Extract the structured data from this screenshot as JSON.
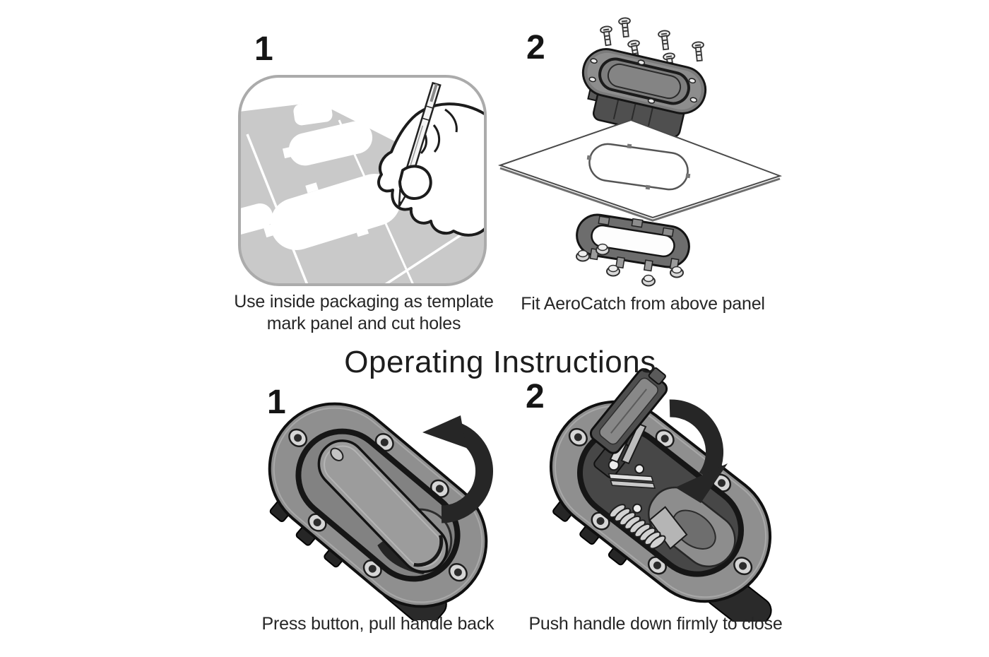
{
  "document_type": "product instruction sheet",
  "colors": {
    "background": "#ffffff",
    "ink": "#1f1f1f",
    "illustration_gray": "#8f8f8f",
    "cardboard_gray": "#c9c9c9"
  },
  "icons": {
    "insert_direction": "down-arrow-icon",
    "open_rotation": "curved-arrow-ccw-icon",
    "close_rotation": "curved-arrow-cw-icon"
  },
  "installation": {
    "step1": {
      "number": "1",
      "caption_lines": [
        "Use inside packaging as template",
        "mark panel and cut holes"
      ]
    },
    "step2": {
      "number": "2",
      "caption": "Fit AeroCatch from above panel"
    }
  },
  "operating": {
    "heading": "Operating Instructions",
    "step1": {
      "number": "1",
      "caption": "Press button, pull handle back"
    },
    "step2": {
      "number": "2",
      "caption": "Push handle down firmly to close"
    }
  }
}
